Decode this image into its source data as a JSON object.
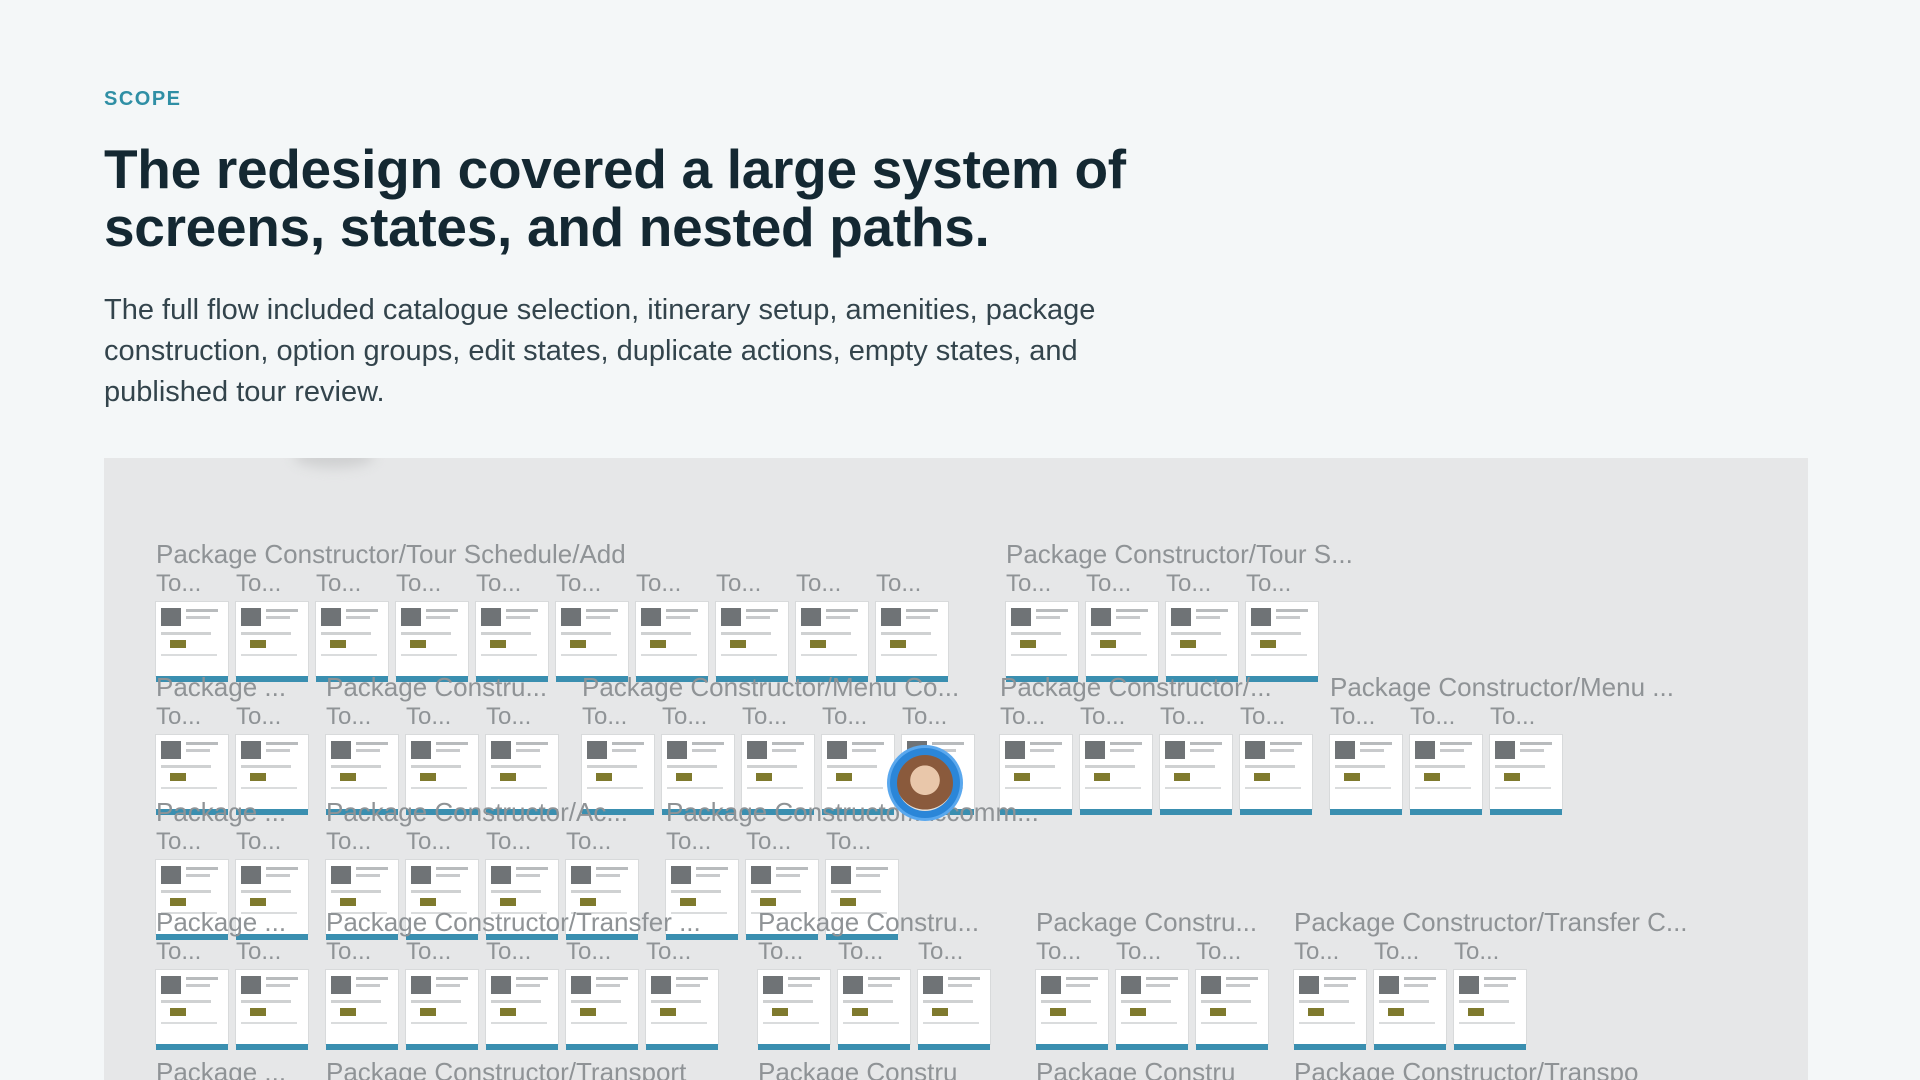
{
  "eyebrow": "SCOPE",
  "headline": "The redesign covered a large system of screens, states, and nested paths.",
  "subcopy": "The full flow included catalogue selection, itinerary setup, amenities, package construction, option groups, edit states, duplicate actions, empty states, and published tour review.",
  "canvas": {
    "sections": [
      {
        "title": "Package Constructor/Tour Schedule/Add",
        "frames": 10,
        "label": "To..."
      },
      {
        "title": "Package Constructor/Tour S...",
        "frames": 4,
        "label": "To..."
      },
      {
        "title": "Package ...",
        "frames": 2,
        "label": "To..."
      },
      {
        "title": "Package Constru...",
        "frames": 3,
        "label": "To..."
      },
      {
        "title": "Package Constructor/Menu Co...",
        "frames": 5,
        "label": "To..."
      },
      {
        "title": "Package Constructor/...",
        "frames": 4,
        "label": "To..."
      },
      {
        "title": "Package Constructor/Menu ...",
        "frames": 3,
        "label": "To..."
      },
      {
        "title": "Package ...",
        "frames": 2,
        "label": "To..."
      },
      {
        "title": "Package Constructor/Ac...",
        "frames": 4,
        "label": "To..."
      },
      {
        "title": "Package Constructor/Accomm...",
        "frames": 3,
        "label": "To..."
      },
      {
        "title": "Package ...",
        "frames": 2,
        "label": "To..."
      },
      {
        "title": "Package Constructor/Transfer ...",
        "frames": 5,
        "label": "To..."
      },
      {
        "title": "Package Constru...",
        "frames": 3,
        "label": "To..."
      },
      {
        "title": "Package Constru...",
        "frames": 3,
        "label": "To..."
      },
      {
        "title": "Package Constructor/Transfer C...",
        "frames": 3,
        "label": "To..."
      },
      {
        "title": "Package ...",
        "frames": 0,
        "label": ""
      },
      {
        "title": "Package Constructor/Transport",
        "frames": 0,
        "label": ""
      },
      {
        "title": "Package Constru",
        "frames": 0,
        "label": ""
      },
      {
        "title": "Package Constru",
        "frames": 0,
        "label": ""
      },
      {
        "title": "Package Constructor/Transpo",
        "frames": 0,
        "label": ""
      }
    ]
  },
  "collaborator": {
    "icon": "avatar-icon"
  }
}
